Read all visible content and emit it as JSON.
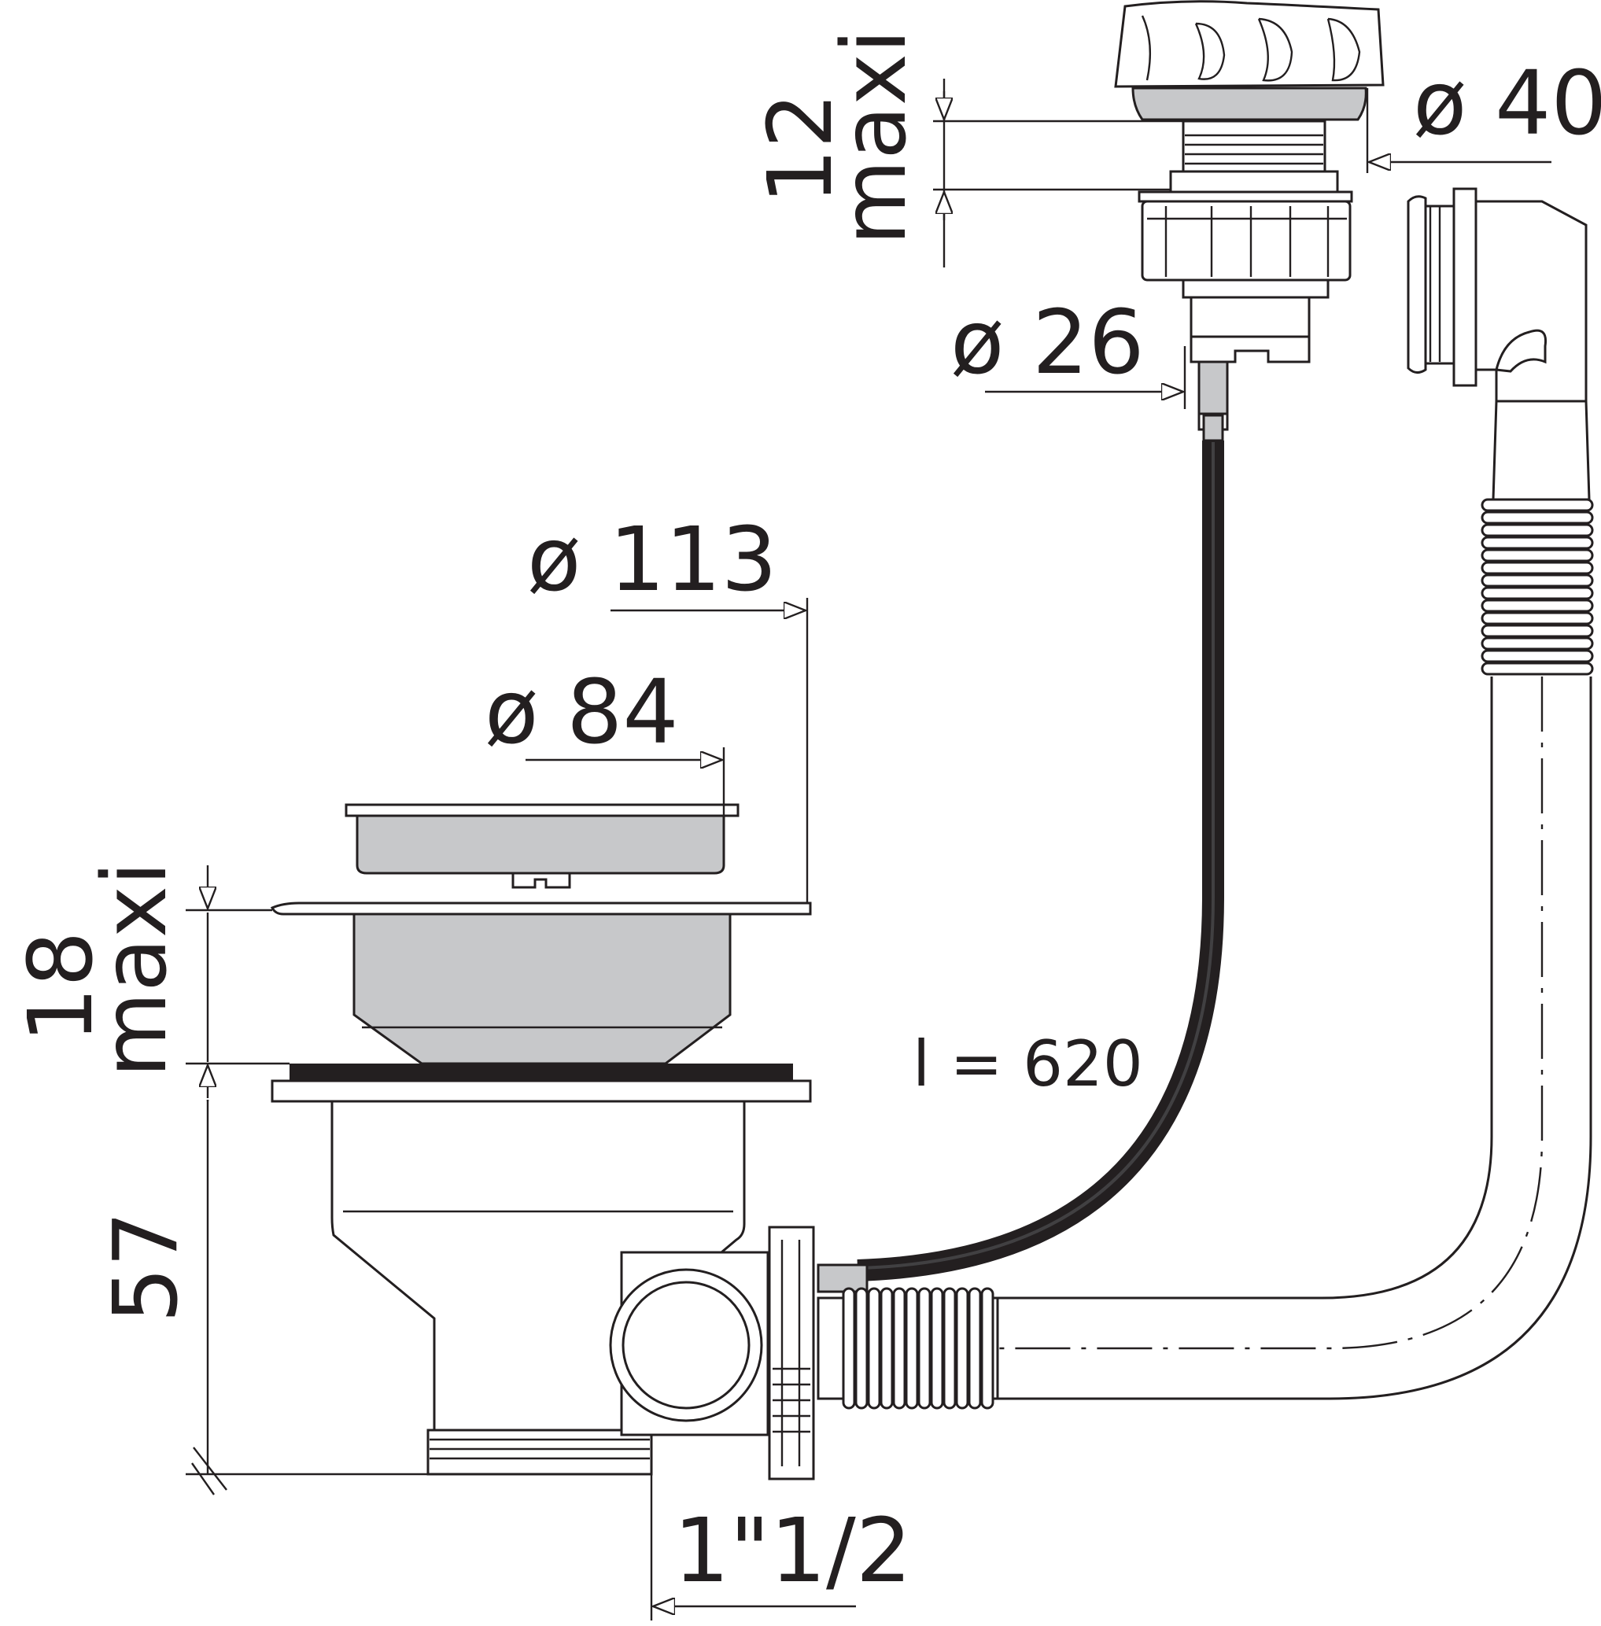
{
  "dimensions": {
    "overflow_diameter": "ø 40",
    "cable_diameter": "ø 26",
    "flange_diameter": "ø 113",
    "strainer_diameter": "ø 84",
    "overflow_thickness_value": "12",
    "overflow_thickness_note": "maxi",
    "sink_thickness_value": "18",
    "sink_thickness_note": "maxi",
    "body_height": "57",
    "cable_length": "l = 620",
    "outlet_thread": "1\"1/2"
  },
  "colors": {
    "line": "#231f20",
    "metal": "#c7c8ca",
    "background": "#ffffff"
  }
}
